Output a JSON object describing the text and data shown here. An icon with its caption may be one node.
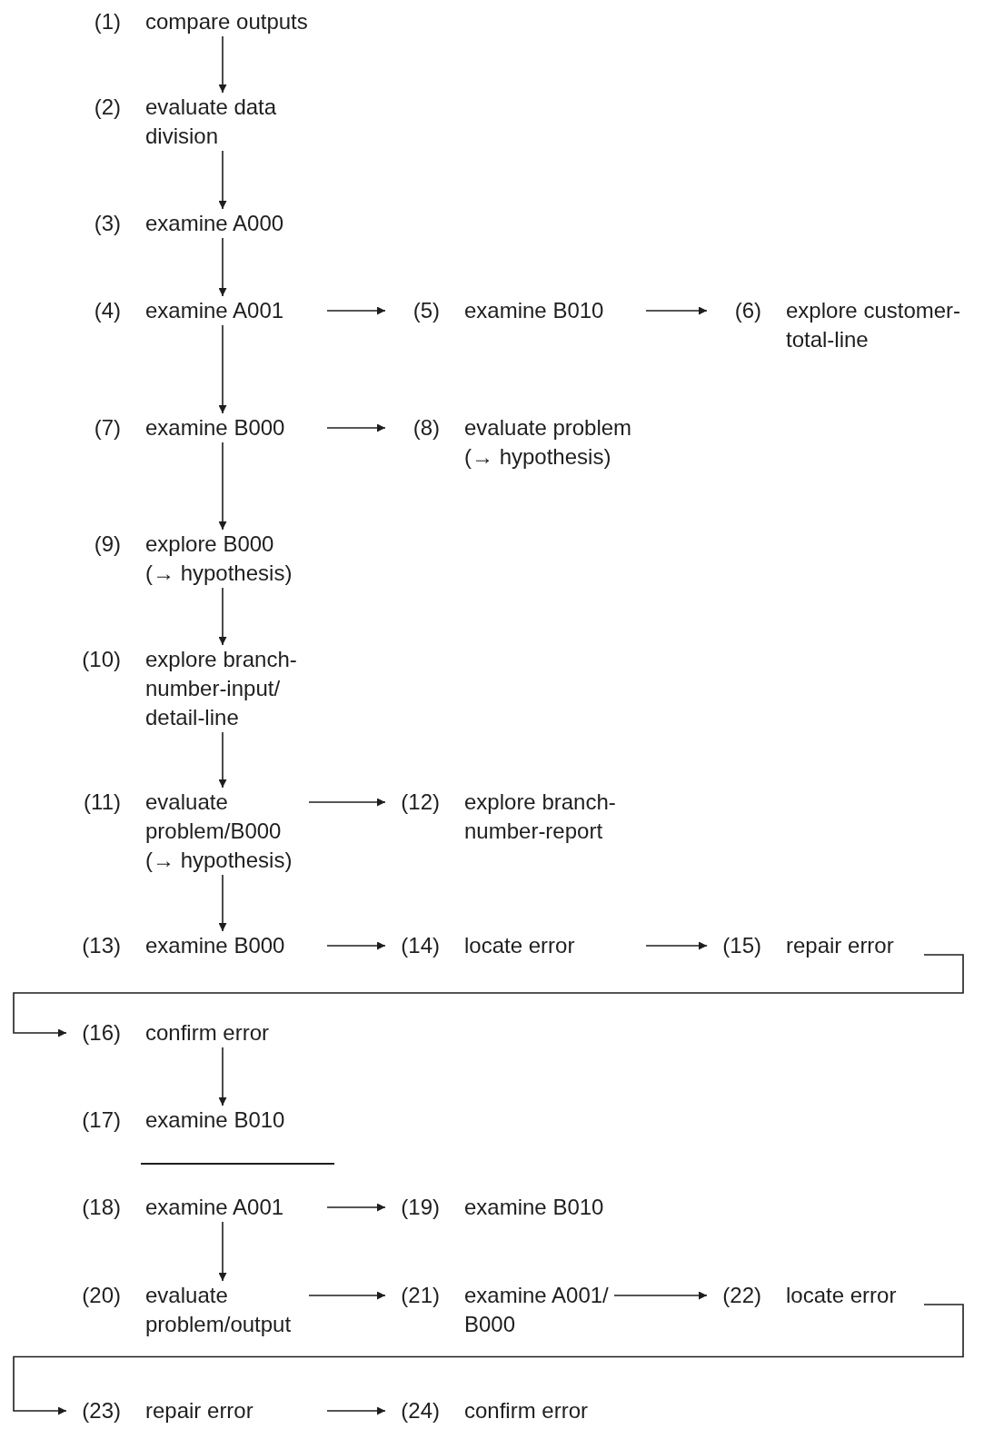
{
  "diagram": {
    "nodes": [
      {
        "text": [
          "(1)",
          "compare outputs"
        ]
      },
      {
        "text": [
          "(2)",
          "evaluate data division"
        ]
      },
      {
        "text": [
          "(3)",
          "examine A000"
        ]
      },
      {
        "text": [
          "(4)",
          "examine A001"
        ]
      },
      {
        "text": [
          "(5)",
          "examine B010"
        ]
      },
      {
        "text": [
          "(6)",
          "explore customer-total-line"
        ]
      },
      {
        "text": [
          "(7)",
          "examine B000"
        ]
      },
      {
        "text": [
          "(8)",
          "evaluate problem (→ hypothesis)"
        ]
      },
      {
        "text": [
          "(9)",
          "explore B000 (→ hypothesis)"
        ]
      },
      {
        "text": [
          "(10)",
          "explore branch-number-input/detail-line"
        ]
      },
      {
        "text": [
          "(11)",
          "evaluate problem/B000 (→ hypothesis)"
        ]
      },
      {
        "text": [
          "(12)",
          "explore branch-number-report"
        ]
      },
      {
        "text": [
          "(13)",
          "examine B000"
        ]
      },
      {
        "text": [
          "(14)",
          "locate error"
        ]
      },
      {
        "text": [
          "(15)",
          "repair error"
        ]
      },
      {
        "text": [
          "(16)",
          "confirm error"
        ]
      },
      {
        "text": [
          "(17)",
          "examine B010"
        ]
      },
      {
        "text": [
          "(18)",
          "examine A001"
        ]
      },
      {
        "text": [
          "(19)",
          "examine B010"
        ]
      },
      {
        "text": [
          "(20)",
          "evaluate problem/output"
        ]
      },
      {
        "text": [
          "(21)",
          "examine A001/ B000"
        ]
      },
      {
        "text": [
          "(22)",
          "locate error"
        ]
      },
      {
        "text": [
          "(23)",
          "repair error"
        ]
      },
      {
        "text": [
          "(24)",
          "confirm error"
        ]
      }
    ],
    "edges": [
      {
        "from": 0,
        "to": 1,
        "arrow": "to"
      },
      {
        "from": 1,
        "to": 2,
        "arrow": "to"
      },
      {
        "from": 2,
        "to": 3,
        "arrow": "to"
      },
      {
        "from": 3,
        "to": 4,
        "arrow": "to"
      },
      {
        "from": 4,
        "to": 5,
        "arrow": "to"
      },
      {
        "from": 3,
        "to": 6,
        "arrow": "to"
      },
      {
        "from": 6,
        "to": 7,
        "arrow": "to"
      },
      {
        "from": 6,
        "to": 8,
        "arrow": "to"
      },
      {
        "from": 8,
        "to": 9,
        "arrow": "to"
      },
      {
        "from": 9,
        "to": 10,
        "arrow": "to"
      },
      {
        "from": 10,
        "to": 11,
        "arrow": "to"
      },
      {
        "from": 10,
        "to": 12,
        "arrow": "to"
      },
      {
        "from": 12,
        "to": 13,
        "arrow": "to"
      },
      {
        "from": 13,
        "to": 14,
        "arrow": "to"
      },
      {
        "from": 14,
        "to": 15,
        "arrow": "to"
      },
      {
        "from": 15,
        "to": 16,
        "arrow": "to"
      },
      {
        "from": 17,
        "to": 18,
        "arrow": "to"
      },
      {
        "from": 17,
        "to": 19,
        "arrow": "to"
      },
      {
        "from": 19,
        "to": 20,
        "arrow": "to"
      },
      {
        "from": 20,
        "to": 21,
        "arrow": "to"
      },
      {
        "from": 21,
        "to": 22,
        "arrow": "to"
      },
      {
        "from": 22,
        "to": 23,
        "arrow": "to"
      }
    ]
  }
}
